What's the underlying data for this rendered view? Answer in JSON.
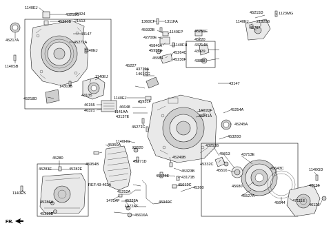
{
  "diagram": {
    "orientation_tag": "FR.",
    "labels": {
      "l1140ej_a": "1140EJ",
      "l45219c": "45219C",
      "l45324": "45324",
      "l21513": "21513",
      "l45230b": "45230B",
      "l43147_a": "43147",
      "l45217a": "45217A",
      "l45272a": "45272A",
      "l1140ej_b": "1140EJ",
      "l1140sb": "1140SB",
      "l1430jb": "1430JB",
      "l43135": "43135",
      "l1140ej_c": "1140EJ",
      "l45218d": "45218D",
      "l1360cf": "1360CF",
      "l1311fa": "1311FA",
      "l45932b": "45932B",
      "l1140ep": "1140EP",
      "l42700e": "42700E",
      "l45840a": "45840A",
      "l1140fh": "1140FH",
      "l45952a": "45952A",
      "l45264c": "45264C",
      "l45584": "45584",
      "l45230f": "45230F",
      "l45227": "45227",
      "l43779a": "43779A",
      "l1461cg": "1461CG",
      "l46755e": "46755E",
      "l45220": "45220",
      "l43714b": "43714B",
      "l43929": "43929",
      "l43838": "43838",
      "l43147_b": "43147",
      "l45215d": "45215D",
      "l1123mg": "1123MG",
      "l1140ej_d": "1140EJ",
      "l21825b": "21825B",
      "l45757": "45757",
      "l1140ej_e": "1140EJ",
      "l45931f": "45931F",
      "l46648": "46648",
      "l1141aa": "1141AA",
      "l43137e": "43137E",
      "l46155": "46155",
      "l46321": "46321",
      "l1601df": "1601DF",
      "l45241a": "45241A",
      "l45254a": "45254A",
      "l45245a": "45245A",
      "l45271c": "45271C",
      "l45950a": "45950A",
      "l1140hg": "1140HG",
      "l45954b": "45954B",
      "l22620": "22620",
      "l45271d": "45271D",
      "l45320d": "45320D",
      "l43253b": "43253B",
      "l45249b": "45249B",
      "l45332c": "45332C",
      "l45813": "45813",
      "l43713e": "43713E",
      "l45516": "45516",
      "l45323b": "45323B",
      "l43171b": "43171B",
      "l45680": "45680",
      "l45643c": "45643C",
      "l1140gd": "1140GD",
      "l45280": "45280",
      "l45283f": "45283F",
      "l45282e": "45282E",
      "l45925e": "45925E",
      "l45612c": "45612C",
      "l45260": "45260",
      "l45527a": "45527A",
      "l46126": "46126",
      "lref": "REF.43-462A",
      "l45252a": "45252A",
      "l1140es": "1140ES",
      "l1472af_a": "1472AF",
      "l45228a": "45228A",
      "l1472af_b": "1472AF",
      "l45616a": "45616A",
      "l45940c": "45940C",
      "l45644": "45644",
      "l47111e": "47111E",
      "l46128": "46128",
      "l45286a": "45286A",
      "l45285b": "45285B"
    }
  }
}
